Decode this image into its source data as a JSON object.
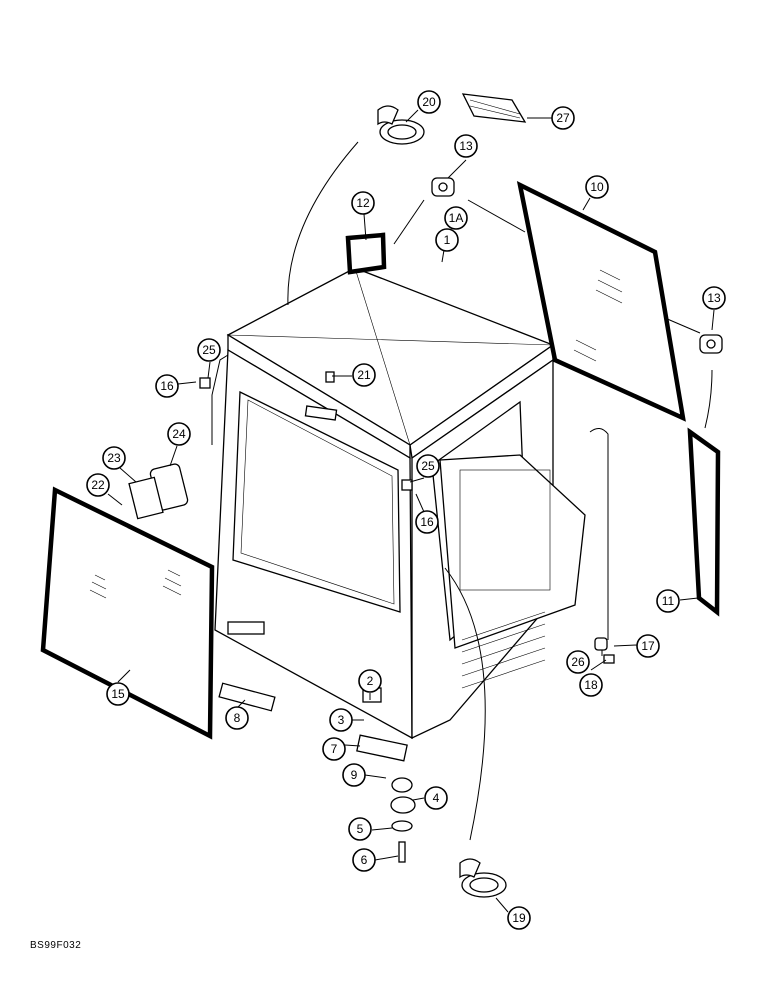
{
  "figure_code": "BS99F032",
  "callouts": [
    {
      "id": "c20",
      "label": "20"
    },
    {
      "id": "c27",
      "label": "27"
    },
    {
      "id": "c13a",
      "label": "13"
    },
    {
      "id": "c10",
      "label": "10"
    },
    {
      "id": "c12",
      "label": "12"
    },
    {
      "id": "c1a",
      "label": "1A"
    },
    {
      "id": "c1",
      "label": "1"
    },
    {
      "id": "c13b",
      "label": "13"
    },
    {
      "id": "c25a",
      "label": "25"
    },
    {
      "id": "c16a",
      "label": "16"
    },
    {
      "id": "c21",
      "label": "21"
    },
    {
      "id": "c24",
      "label": "24"
    },
    {
      "id": "c23",
      "label": "23"
    },
    {
      "id": "c22",
      "label": "22"
    },
    {
      "id": "c25b",
      "label": "25"
    },
    {
      "id": "c16b",
      "label": "16"
    },
    {
      "id": "c11",
      "label": "11"
    },
    {
      "id": "c17",
      "label": "17"
    },
    {
      "id": "c26",
      "label": "26"
    },
    {
      "id": "c18",
      "label": "18"
    },
    {
      "id": "c15",
      "label": "15"
    },
    {
      "id": "c8",
      "label": "8"
    },
    {
      "id": "c2",
      "label": "2"
    },
    {
      "id": "c3",
      "label": "3"
    },
    {
      "id": "c7",
      "label": "7"
    },
    {
      "id": "c9",
      "label": "9"
    },
    {
      "id": "c4",
      "label": "4"
    },
    {
      "id": "c5",
      "label": "5"
    },
    {
      "id": "c6",
      "label": "6"
    },
    {
      "id": "c19",
      "label": "19"
    }
  ]
}
